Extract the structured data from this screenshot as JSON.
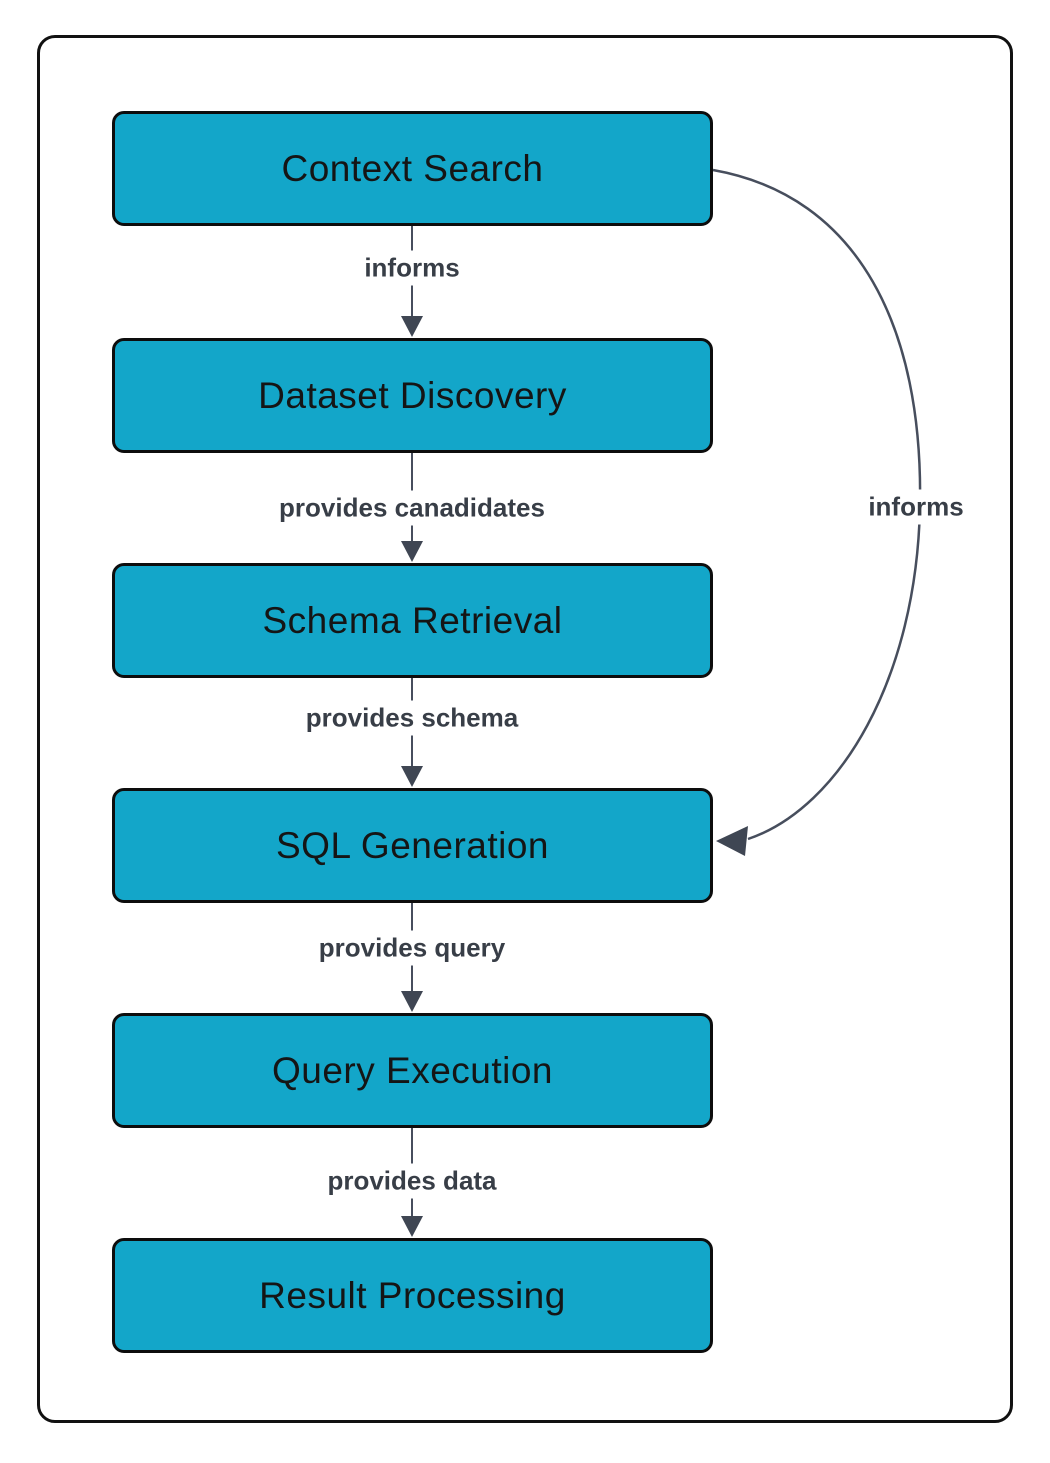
{
  "diagram": {
    "nodes": [
      {
        "id": "context-search",
        "label": "Context Search"
      },
      {
        "id": "dataset-discovery",
        "label": "Dataset Discovery"
      },
      {
        "id": "schema-retrieval",
        "label": "Schema Retrieval"
      },
      {
        "id": "sql-generation",
        "label": "SQL Generation"
      },
      {
        "id": "query-execution",
        "label": "Query Execution"
      },
      {
        "id": "result-processing",
        "label": "Result Processing"
      }
    ],
    "edges": [
      {
        "from": "context-search",
        "to": "dataset-discovery",
        "label": "informs"
      },
      {
        "from": "dataset-discovery",
        "to": "schema-retrieval",
        "label": "provides canadidates"
      },
      {
        "from": "schema-retrieval",
        "to": "sql-generation",
        "label": "provides schema"
      },
      {
        "from": "sql-generation",
        "to": "query-execution",
        "label": "provides query"
      },
      {
        "from": "query-execution",
        "to": "result-processing",
        "label": "provides data"
      },
      {
        "from": "context-search",
        "to": "sql-generation",
        "label": "informs"
      }
    ],
    "colors": {
      "node_fill": "#13a6c9",
      "node_border": "#0d0d0d",
      "node_text": "#151515",
      "edge_stroke": "#474e5d",
      "arrowhead_fill": "#3f4653",
      "edge_label_text": "#383e47",
      "frame_border": "#111111",
      "background": "#ffffff"
    }
  }
}
